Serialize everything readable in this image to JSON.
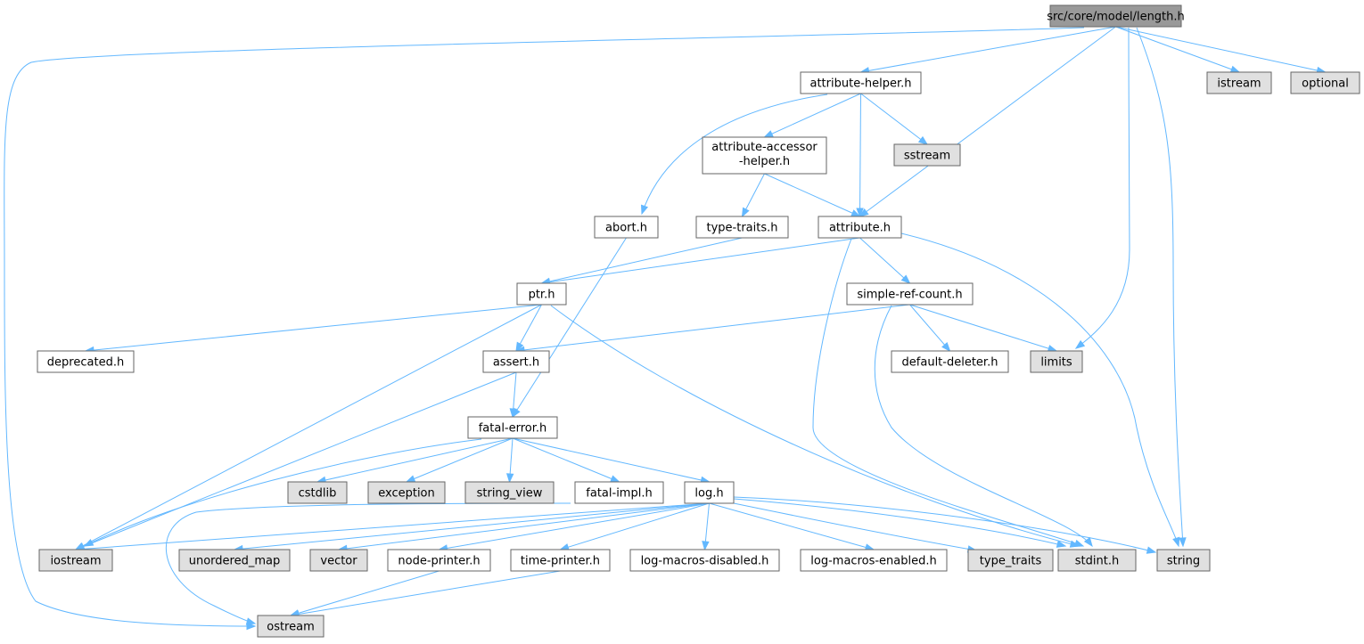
{
  "title": "src/core/model/length.h",
  "colors": {
    "root_fill": "#999999",
    "project_fill": "#ffffff",
    "system_fill": "#e0e0e0",
    "border": "#666666",
    "edge": "#63b8ff"
  },
  "nodes": [
    {
      "id": "length",
      "label": "src/core/model/length.h",
      "kind": "root"
    },
    {
      "id": "attribute_helper",
      "label": "attribute-helper.h",
      "kind": "project"
    },
    {
      "id": "istream",
      "label": "istream",
      "kind": "system"
    },
    {
      "id": "optional",
      "label": "optional",
      "kind": "system"
    },
    {
      "id": "attribute_accessor_helper",
      "label": "attribute-accessor",
      "label2": "-helper.h",
      "kind": "project"
    },
    {
      "id": "sstream",
      "label": "sstream",
      "kind": "system"
    },
    {
      "id": "abort",
      "label": "abort.h",
      "kind": "project"
    },
    {
      "id": "type_traits_h",
      "label": "type-traits.h",
      "kind": "project"
    },
    {
      "id": "attribute",
      "label": "attribute.h",
      "kind": "project"
    },
    {
      "id": "ptr",
      "label": "ptr.h",
      "kind": "project"
    },
    {
      "id": "simple_ref_count",
      "label": "simple-ref-count.h",
      "kind": "project"
    },
    {
      "id": "deprecated",
      "label": "deprecated.h",
      "kind": "project"
    },
    {
      "id": "assert",
      "label": "assert.h",
      "kind": "project"
    },
    {
      "id": "default_deleter",
      "label": "default-deleter.h",
      "kind": "project"
    },
    {
      "id": "limits",
      "label": "limits",
      "kind": "system"
    },
    {
      "id": "fatal_error",
      "label": "fatal-error.h",
      "kind": "project"
    },
    {
      "id": "cstdlib",
      "label": "cstdlib",
      "kind": "system"
    },
    {
      "id": "exception",
      "label": "exception",
      "kind": "system"
    },
    {
      "id": "string_view",
      "label": "string_view",
      "kind": "system"
    },
    {
      "id": "fatal_impl",
      "label": "fatal-impl.h",
      "kind": "project"
    },
    {
      "id": "log",
      "label": "log.h",
      "kind": "project"
    },
    {
      "id": "iostream",
      "label": "iostream",
      "kind": "system"
    },
    {
      "id": "unordered_map",
      "label": "unordered_map",
      "kind": "system"
    },
    {
      "id": "vector",
      "label": "vector",
      "kind": "system"
    },
    {
      "id": "node_printer",
      "label": "node-printer.h",
      "kind": "project"
    },
    {
      "id": "time_printer",
      "label": "time-printer.h",
      "kind": "project"
    },
    {
      "id": "log_macros_disabled",
      "label": "log-macros-disabled.h",
      "kind": "project"
    },
    {
      "id": "log_macros_enabled",
      "label": "log-macros-enabled.h",
      "kind": "project"
    },
    {
      "id": "type_traits",
      "label": "type_traits",
      "kind": "system"
    },
    {
      "id": "stdint",
      "label": "stdint.h",
      "kind": "system"
    },
    {
      "id": "string",
      "label": "string",
      "kind": "system"
    },
    {
      "id": "ostream",
      "label": "ostream",
      "kind": "system"
    }
  ],
  "edges": [
    {
      "from": "length",
      "to": "ostream"
    },
    {
      "from": "length",
      "to": "attribute_helper"
    },
    {
      "from": "length",
      "to": "attribute"
    },
    {
      "from": "length",
      "to": "limits"
    },
    {
      "from": "length",
      "to": "string"
    },
    {
      "from": "length",
      "to": "istream"
    },
    {
      "from": "length",
      "to": "optional"
    },
    {
      "from": "attribute_helper",
      "to": "abort"
    },
    {
      "from": "attribute_helper",
      "to": "attribute_accessor_helper"
    },
    {
      "from": "attribute_helper",
      "to": "attribute"
    },
    {
      "from": "attribute_helper",
      "to": "sstream"
    },
    {
      "from": "attribute_accessor_helper",
      "to": "type_traits_h"
    },
    {
      "from": "attribute_accessor_helper",
      "to": "attribute"
    },
    {
      "from": "abort",
      "to": "fatal_error"
    },
    {
      "from": "type_traits_h",
      "to": "ptr"
    },
    {
      "from": "attribute",
      "to": "ptr"
    },
    {
      "from": "attribute",
      "to": "simple_ref_count"
    },
    {
      "from": "attribute",
      "to": "string"
    },
    {
      "from": "attribute",
      "to": "stdint"
    },
    {
      "from": "ptr",
      "to": "deprecated"
    },
    {
      "from": "ptr",
      "to": "assert"
    },
    {
      "from": "ptr",
      "to": "iostream"
    },
    {
      "from": "ptr",
      "to": "stdint"
    },
    {
      "from": "simple_ref_count",
      "to": "assert"
    },
    {
      "from": "simple_ref_count",
      "to": "default_deleter"
    },
    {
      "from": "simple_ref_count",
      "to": "limits"
    },
    {
      "from": "simple_ref_count",
      "to": "stdint"
    },
    {
      "from": "assert",
      "to": "fatal_error"
    },
    {
      "from": "assert",
      "to": "iostream"
    },
    {
      "from": "fatal_error",
      "to": "iostream"
    },
    {
      "from": "fatal_error",
      "to": "cstdlib"
    },
    {
      "from": "fatal_error",
      "to": "exception"
    },
    {
      "from": "fatal_error",
      "to": "string_view"
    },
    {
      "from": "fatal_error",
      "to": "fatal_impl"
    },
    {
      "from": "fatal_error",
      "to": "log"
    },
    {
      "from": "fatal_impl",
      "to": "ostream"
    },
    {
      "from": "log",
      "to": "iostream"
    },
    {
      "from": "log",
      "to": "unordered_map"
    },
    {
      "from": "log",
      "to": "vector"
    },
    {
      "from": "log",
      "to": "node_printer"
    },
    {
      "from": "log",
      "to": "time_printer"
    },
    {
      "from": "log",
      "to": "log_macros_disabled"
    },
    {
      "from": "log",
      "to": "log_macros_enabled"
    },
    {
      "from": "log",
      "to": "type_traits"
    },
    {
      "from": "log",
      "to": "stdint"
    },
    {
      "from": "log",
      "to": "string"
    },
    {
      "from": "node_printer",
      "to": "ostream"
    },
    {
      "from": "time_printer",
      "to": "ostream"
    }
  ]
}
